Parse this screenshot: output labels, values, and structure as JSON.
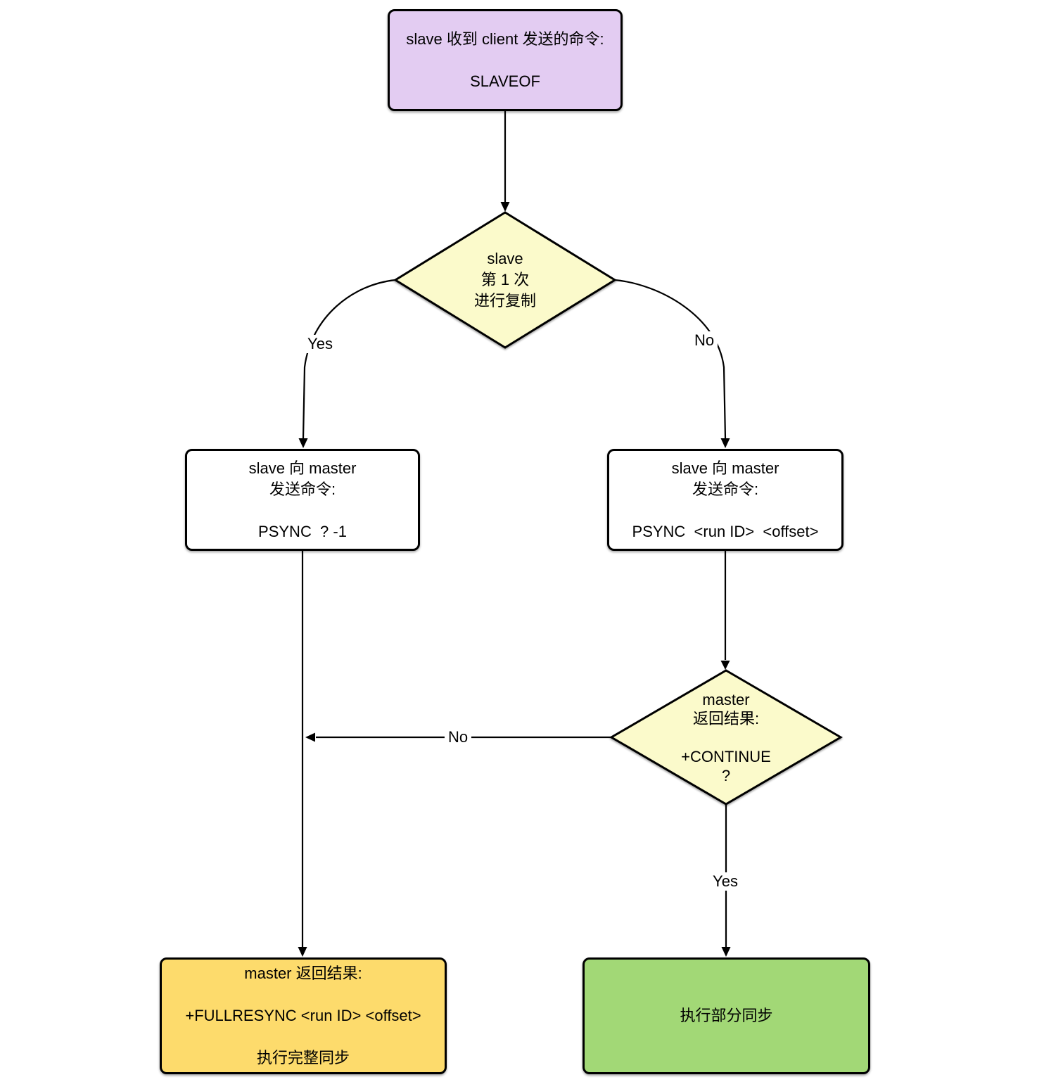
{
  "nodes": {
    "start": {
      "fill": "#e3ccf2",
      "lines": [
        "slave 收到 client 发送的命令:",
        "",
        "SLAVEOF"
      ]
    },
    "decision_first": {
      "fill": "#fbfacb",
      "lines": [
        "slave",
        "第 1 次",
        "进行复制"
      ]
    },
    "psync_full": {
      "fill": "#ffffff",
      "lines": [
        "slave 向 master",
        "发送命令:",
        "",
        "PSYNC  ? -1"
      ]
    },
    "psync_partial": {
      "fill": "#ffffff",
      "lines": [
        "slave 向 master",
        "发送命令:",
        "",
        "PSYNC  <run ID>  <offset>"
      ]
    },
    "decision_continue": {
      "fill": "#fbfacb",
      "lines": [
        "master",
        "返回结果:",
        "",
        "+CONTINUE",
        "?"
      ]
    },
    "full_resync": {
      "fill": "#fddb6c",
      "lines": [
        "master 返回结果:",
        "",
        "+FULLRESYNC <run ID> <offset>",
        "",
        "执行完整同步"
      ]
    },
    "partial_sync": {
      "fill": "#a2d876",
      "lines": [
        "执行部分同步"
      ]
    }
  },
  "edges": {
    "yes_first": "Yes",
    "no_first": "No",
    "no_continue": "No",
    "yes_continue": "Yes"
  }
}
